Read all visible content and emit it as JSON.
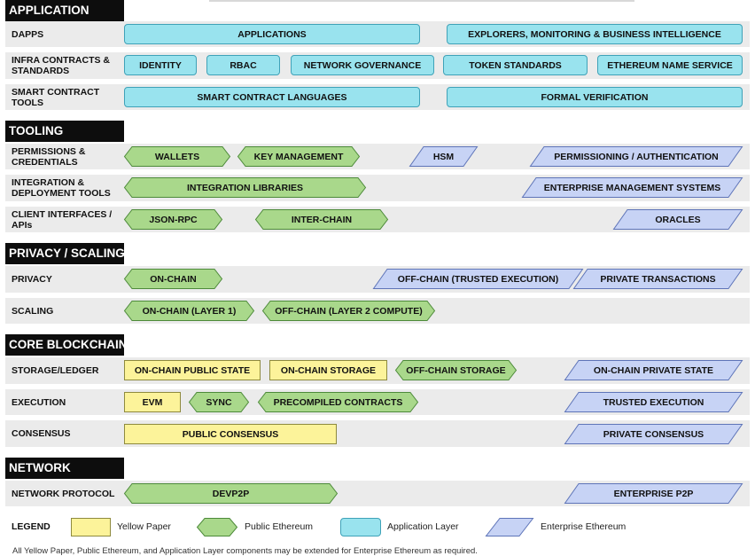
{
  "colors": {
    "yellow_paper": "#fcf39a",
    "public_ethereum": "#a9d88b",
    "application_layer": "#99e3ee",
    "enterprise_ethereum": "#c7d3f5",
    "header": "#0d0d0d",
    "row_bg": "#ebebeb"
  },
  "sections": {
    "application": "APPLICATION",
    "tooling": "TOOLING",
    "privacy_scaling": "PRIVACY / SCALING",
    "core_blockchain": "CORE BLOCKCHAIN",
    "network": "NETWORK"
  },
  "rows": {
    "dapps": "DAPPS",
    "infra": "INFRA CONTRACTS & STANDARDS",
    "smart_contract_tools": "SMART CONTRACT TOOLS",
    "permissions": "PERMISSIONS & CREDENTIALS",
    "integration": "INTEGRATION & DEPLOYMENT TOOLS",
    "client_interfaces": "CLIENT INTERFACES / APIs",
    "privacy": "PRIVACY",
    "scaling": "SCALING",
    "storage": "STORAGE/LEDGER",
    "execution": "EXECUTION",
    "consensus": "CONSENSUS",
    "network_protocol": "NETWORK PROTOCOL"
  },
  "components": {
    "applications": "APPLICATIONS",
    "explorers": "EXPLORERS, MONITORING & BUSINESS INTELLIGENCE",
    "identity": "IDENTITY",
    "rbac": "RBAC",
    "network_governance": "NETWORK GOVERNANCE",
    "token_standards": "TOKEN STANDARDS",
    "ens": "ETHEREUM NAME SERVICE",
    "sc_languages": "SMART CONTRACT LANGUAGES",
    "formal_verification": "FORMAL VERIFICATION",
    "wallets": "WALLETS",
    "key_management": "KEY MANAGEMENT",
    "hsm": "HSM",
    "permissioning": "PERMISSIONING / AUTHENTICATION",
    "integration_libraries": "INTEGRATION LIBRARIES",
    "enterprise_mgmt": "ENTERPRISE MANAGEMENT SYSTEMS",
    "json_rpc": "JSON-RPC",
    "inter_chain": "INTER-CHAIN",
    "oracles": "ORACLES",
    "privacy_on_chain": "ON-CHAIN",
    "off_chain_trusted": "OFF-CHAIN (TRUSTED EXECUTION)",
    "private_transactions": "PRIVATE TRANSACTIONS",
    "on_chain_layer1": "ON-CHAIN (LAYER 1)",
    "off_chain_layer2": "OFF-CHAIN (LAYER 2 COMPUTE)",
    "on_chain_public_state": "ON-CHAIN PUBLIC STATE",
    "on_chain_storage": "ON-CHAIN STORAGE",
    "off_chain_storage": "OFF-CHAIN STORAGE",
    "on_chain_private_state": "ON-CHAIN PRIVATE STATE",
    "evm": "EVM",
    "sync": "SYNC",
    "precompiled": "PRECOMPILED CONTRACTS",
    "trusted_execution": "TRUSTED EXECUTION",
    "public_consensus": "PUBLIC CONSENSUS",
    "private_consensus": "PRIVATE CONSENSUS",
    "devp2p": "DEVP2P",
    "enterprise_p2p": "ENTERPRISE P2P"
  },
  "legend": {
    "title": "LEGEND",
    "yellow_paper": "Yellow Paper",
    "public_ethereum": "Public Ethereum",
    "application_layer": "Application Layer",
    "enterprise_ethereum": "Enterprise Ethereum"
  },
  "footnote": "All Yellow Paper, Public Ethereum, and Application Layer components may be extended for Enterprise Ethereum as required."
}
